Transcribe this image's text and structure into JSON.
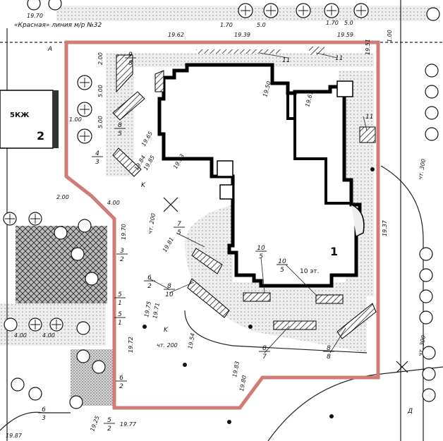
{
  "header": {
    "red_line_label": "«Красная» линия м/р №32",
    "top_values": [
      "19.70",
      "19.62",
      "19.39",
      "19.59",
      "19.51",
      "1.00"
    ],
    "dimensions": [
      "1.70",
      "5.0",
      "5.0",
      "1.70"
    ]
  },
  "buildings": {
    "main": {
      "number": "1",
      "floors": "10 эт.",
      "elevation": "19.67",
      "floor_elev": "19.50"
    },
    "existing": {
      "number": "2",
      "type": "5КЖ"
    }
  },
  "parking": {
    "dims": [
      "2.00",
      "5.00",
      "5.00",
      "1.00",
      "4.00",
      "2.00",
      "4.00",
      "4.00"
    ]
  },
  "fractions": [
    {
      "top": "9",
      "bottom": "8"
    },
    {
      "top": "8",
      "bottom": "5"
    },
    {
      "top": "4",
      "bottom": "3"
    },
    {
      "top": "7",
      "bottom": "5"
    },
    {
      "top": "3",
      "bottom": "2"
    },
    {
      "top": "6",
      "bottom": "2"
    },
    {
      "top": "5",
      "bottom": "1"
    },
    {
      "top": "5",
      "bottom": "1"
    },
    {
      "top": "8",
      "bottom": "10"
    },
    {
      "top": "10",
      "bottom": "5"
    },
    {
      "top": "10",
      "bottom": "5"
    },
    {
      "top": "8",
      "bottom": "7"
    },
    {
      "top": "8",
      "bottom": "8"
    },
    {
      "top": "6",
      "bottom": "2"
    },
    {
      "top": "6",
      "bottom": "3"
    },
    {
      "top": "5",
      "bottom": "2"
    }
  ],
  "item_labels": [
    "11",
    "11",
    "11"
  ],
  "spot_elevations": [
    "19.65",
    "19.84",
    "19.85",
    "19.53",
    "19.81",
    "19.70",
    "19.75",
    "19.71",
    "19.72",
    "19.54",
    "19.83",
    "19.80",
    "19.37",
    "19.87",
    "19.25",
    "19.77"
  ],
  "misc_labels": {
    "k1": "K",
    "k2": "K",
    "trees1": "чт. 200",
    "trees2": "чт. 200",
    "trees3": "чт. 300",
    "trees4": "чт. 300",
    "marker_d": "Д",
    "marker_a": "А"
  },
  "colors": {
    "boundary": "#d07b76",
    "building": "#000000",
    "hatch": "#555555",
    "line": "#222222"
  }
}
